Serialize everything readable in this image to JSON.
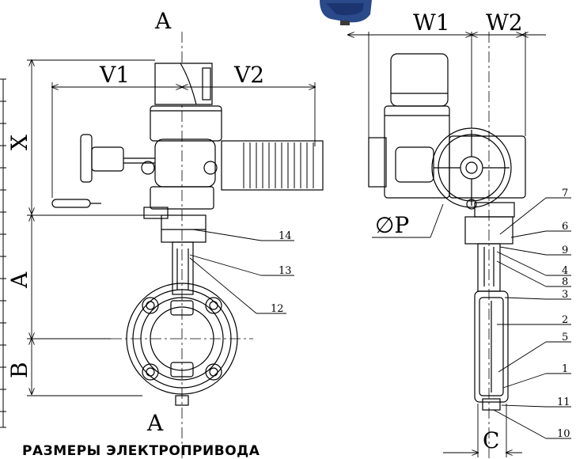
{
  "section_marks": {
    "top": "A",
    "bottom": "A"
  },
  "dimensions": {
    "v1": "V1",
    "v2": "V2",
    "x": "X",
    "a": "A",
    "b": "B",
    "w1": "W1",
    "w2": "W2",
    "p": "∅P",
    "c": "C"
  },
  "callouts": [
    "14",
    "13",
    "12",
    "7",
    "6",
    "9",
    "4",
    "8",
    "3",
    "2",
    "5",
    "1",
    "11",
    "10"
  ],
  "footer": {
    "title": "РАЗМЕРЫ ЭЛЕКТРОПРИВОДА"
  },
  "colors": {
    "line": "#000000",
    "accent": "#2a4a8a"
  }
}
